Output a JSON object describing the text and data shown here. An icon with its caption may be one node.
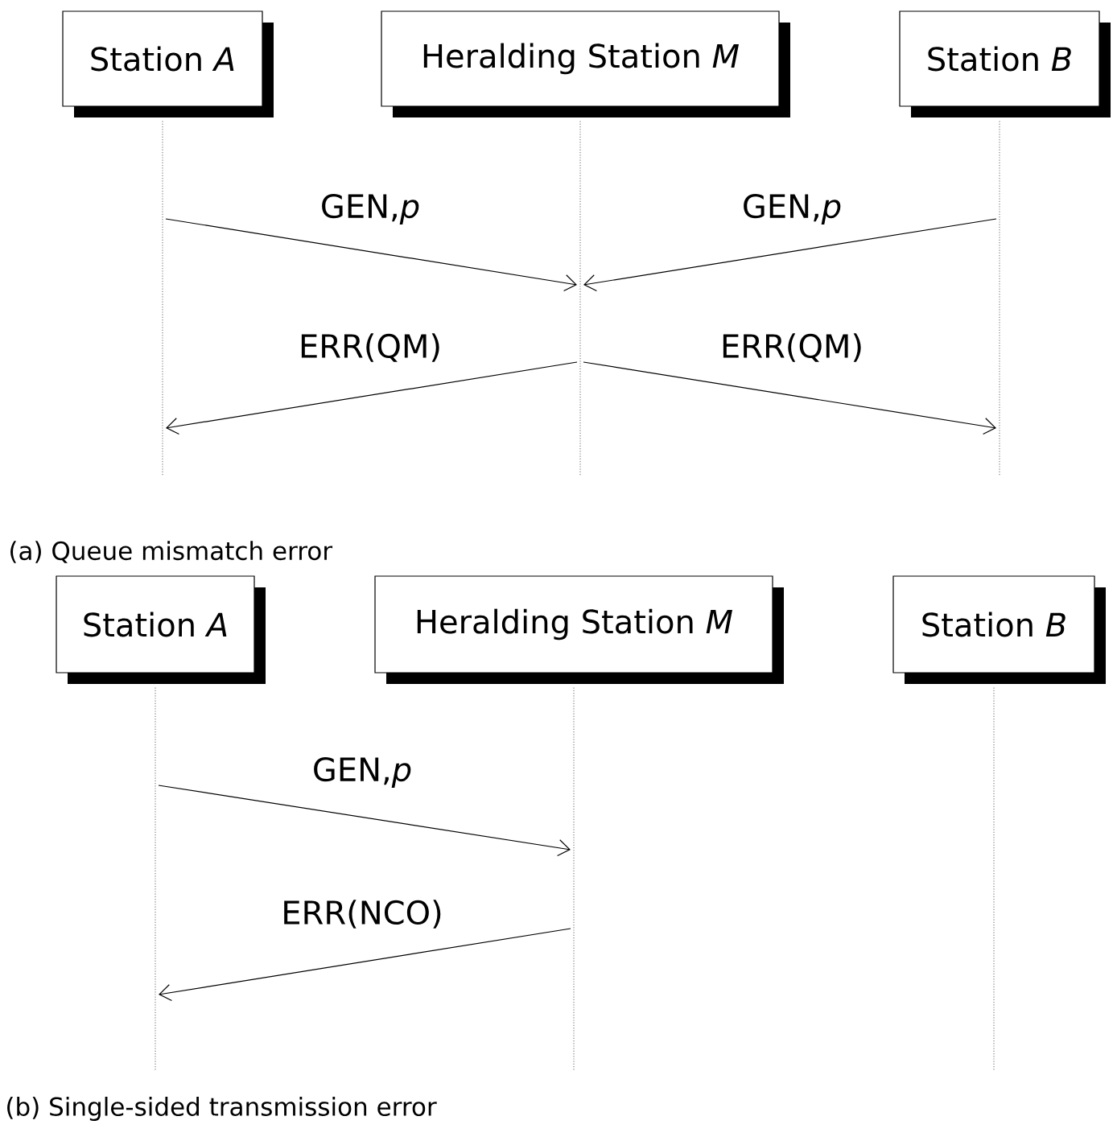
{
  "diagram": {
    "nodes": [
      {
        "text": [
          "Station *A*"
        ]
      },
      {
        "text": [
          "Heralding Station *M*"
        ]
      },
      {
        "text": [
          "Station *B*"
        ]
      },
      {
        "text": [
          "Station *A*"
        ]
      },
      {
        "text": [
          "Heralding Station *M*"
        ]
      },
      {
        "text": [
          "Station *B*"
        ]
      }
    ],
    "edges": [
      {
        "from": 0,
        "to": 1,
        "arrow": "to",
        "label": "GEN,*p*"
      },
      {
        "from": 2,
        "to": 1,
        "arrow": "to",
        "label": "GEN,*p*"
      },
      {
        "from": 1,
        "to": 0,
        "arrow": "to",
        "label": "ERR(QM)"
      },
      {
        "from": 1,
        "to": 2,
        "arrow": "to",
        "label": "ERR(QM)"
      },
      {
        "from": 3,
        "to": 4,
        "arrow": "to",
        "label": "GEN,*p*"
      },
      {
        "from": 4,
        "to": 3,
        "arrow": "to",
        "label": "ERR(NCO)"
      }
    ],
    "labels": [
      "(a) Queue mismatch error",
      "(b) Single-sided transmission error"
    ]
  }
}
